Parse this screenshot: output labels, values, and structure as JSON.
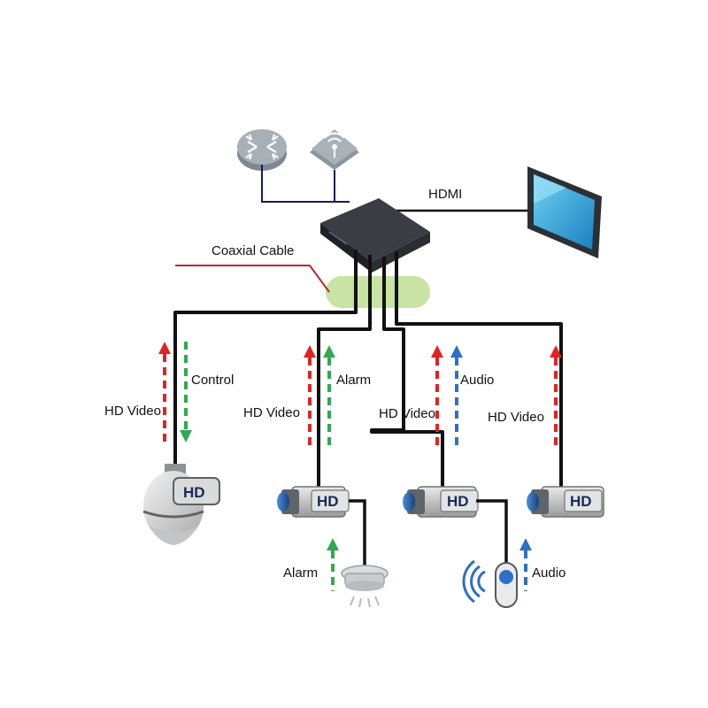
{
  "labels": {
    "hdmi": "HDMI",
    "coaxial_cable": "Coaxial Cable",
    "hd_video": "HD Video",
    "control": "Control",
    "alarm": "Alarm",
    "audio": "Audio",
    "hd_badge": "HD"
  },
  "colors": {
    "cable": "#111111",
    "uplink": "#1a1a5e",
    "red_arrow": "#e02424",
    "green_arrow": "#33a852",
    "blue_arrow": "#2f6fc4",
    "coax_band": "#c8e3a4",
    "coax_line": "#c0262e"
  },
  "icons": {
    "router": "router-icon",
    "wifi": "wireless-access-point-icon",
    "recorder": "dvr-recorder-icon",
    "monitor": "monitor-icon",
    "dome_camera": "ptz-dome-camera-icon",
    "bullet_camera": "bullet-camera-icon",
    "alarm_sensor": "smoke-detector-icon",
    "microphone": "microphone-icon"
  }
}
